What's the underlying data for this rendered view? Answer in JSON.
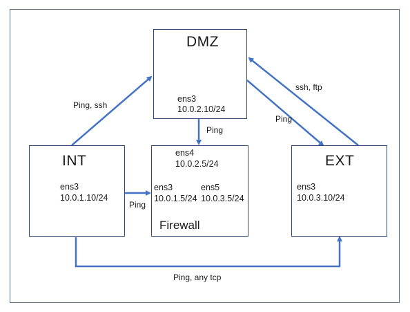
{
  "nodes": {
    "dmz": {
      "title": "DMZ",
      "iface": "ens3",
      "ip": "10.0.2.10/24"
    },
    "int": {
      "title": "INT",
      "iface": "ens3",
      "ip": "10.0.1.10/24"
    },
    "ext": {
      "title": "EXT",
      "iface": "ens3",
      "ip": "10.0.3.10/24"
    },
    "firewall": {
      "title": "Firewall",
      "top_iface": "ens4",
      "top_ip": "10.0.2.5/24",
      "left_iface": "ens3",
      "left_ip": "10.0.1.5/24",
      "right_iface": "ens5",
      "right_ip": "10.0.3.5/24"
    }
  },
  "edges": {
    "int_to_dmz": "Ping, ssh",
    "dmz_to_firewall": "Ping",
    "int_to_firewall": "Ping",
    "dmz_to_ext": "Ping",
    "ext_to_dmz": "ssh, ftp",
    "int_to_ext": "Ping, any tcp"
  },
  "colors": {
    "arrow": "#4472c4",
    "box_border": "#2f4a6e",
    "frame_border": "#5b6b7f"
  }
}
